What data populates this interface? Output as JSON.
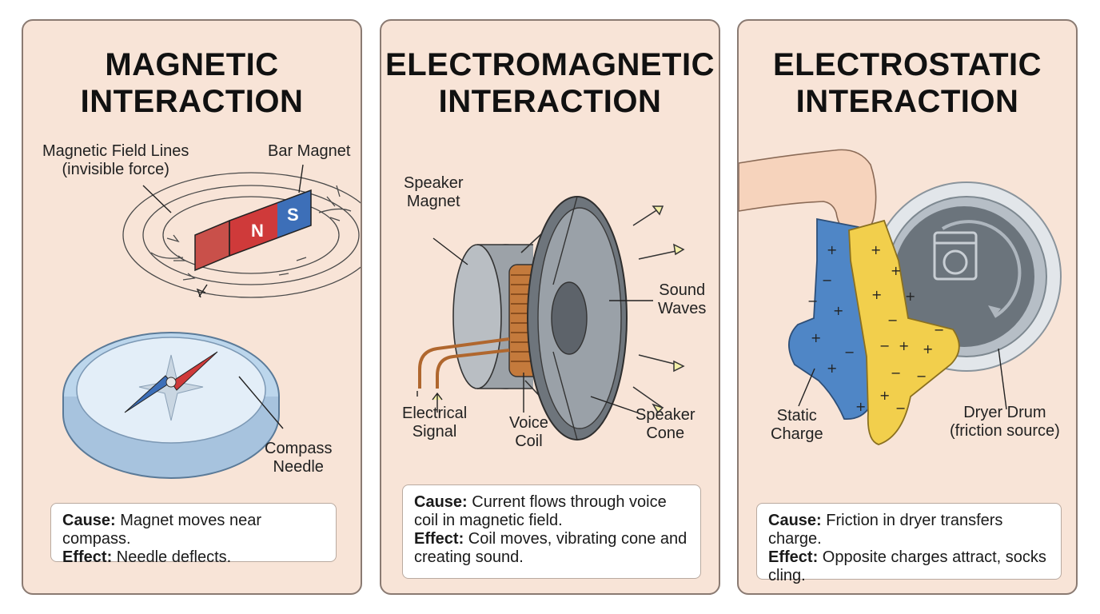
{
  "panels": [
    {
      "title_line1": "MAGNETIC",
      "title_line2": "INTERACTION",
      "labels": {
        "field_lines_1": "Magnetic Field Lines",
        "field_lines_2": "(invisible force)",
        "bar_magnet": "Bar Magnet",
        "pole_s": "S",
        "pole_n": "N",
        "compass_1": "Compass",
        "compass_2": "Needle"
      },
      "cause_label": "Cause:",
      "cause_text": " Magnet moves near compass.",
      "effect_label": "Effect:",
      "effect_text": " Needle deflects."
    },
    {
      "title_line1": "ELECTROMAGNETIC",
      "title_line2": "INTERACTION",
      "labels": {
        "speaker_magnet_1": "Speaker",
        "speaker_magnet_2": "Magnet",
        "sound_waves_1": "Sound",
        "sound_waves_2": "Waves",
        "electrical_1": "Electrical",
        "electrical_2": "Signal",
        "voice_1": "Voice",
        "voice_2": "Coil",
        "cone_1": "Speaker",
        "cone_2": "Cone"
      },
      "cause_label": "Cause:",
      "cause_text": " Current flows through voice coil in magnetic field.",
      "effect_label": "Effect:",
      "effect_text": " Coil moves, vibrating cone and creating sound."
    },
    {
      "title_line1": "ELECTROSTATIC",
      "title_line2": "INTERACTION",
      "labels": {
        "static_1": "Static",
        "static_2": "Charge",
        "drum_1": "Dryer Drum",
        "drum_2": "(friction source)"
      },
      "cause_label": "Cause:",
      "cause_text": " Friction in dryer transfers charge.",
      "effect_label": "Effect:",
      "effect_text": " Opposite charges attract, socks cling."
    }
  ],
  "colors": {
    "panel_bg": "#f8e4d7",
    "magnet_north": "#cf3a3a",
    "magnet_south": "#3d6fb8",
    "sock_blue": "#4f86c6",
    "sock_yellow": "#f2cf4c",
    "coil_copper": "#c47a3c"
  }
}
